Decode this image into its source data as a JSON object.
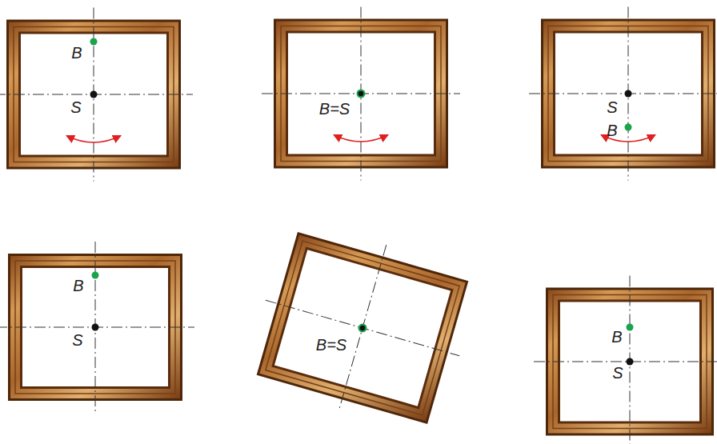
{
  "diagram": {
    "labels": [
      "B",
      "S",
      "B=S",
      "S",
      "B",
      "B",
      "S",
      "B=S",
      "B",
      "S"
    ]
  }
}
